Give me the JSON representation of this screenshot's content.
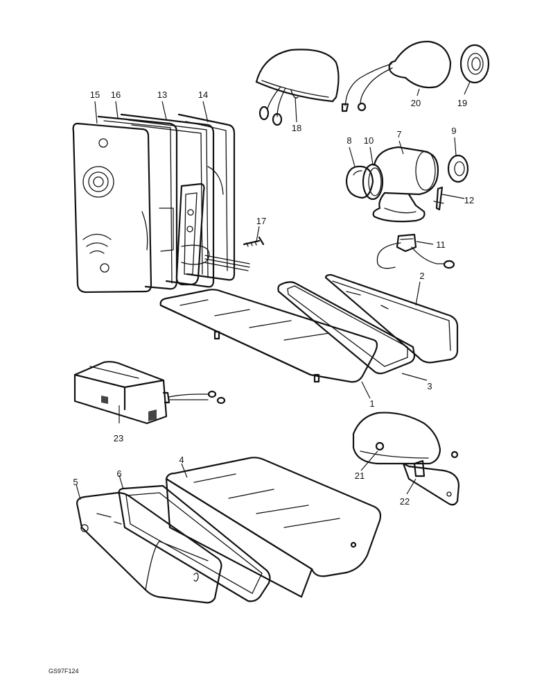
{
  "drawing_code": "GS97F124",
  "callouts": [
    "1",
    "2",
    "3",
    "4",
    "5",
    "6",
    "7",
    "8",
    "9",
    "10",
    "11",
    "12",
    "13",
    "14",
    "15",
    "16",
    "17",
    "18",
    "19",
    "20",
    "21",
    "22",
    "23"
  ]
}
